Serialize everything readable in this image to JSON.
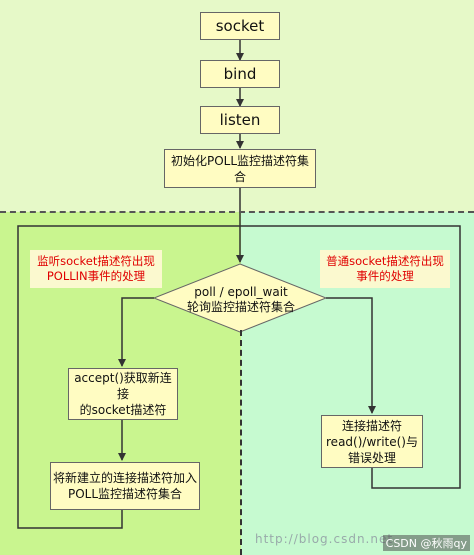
{
  "nodes": {
    "socket": "socket",
    "bind": "bind",
    "listen": "listen",
    "init": "初始化POLL监控描述符集合",
    "poll_line1": "poll / epoll_wait",
    "poll_line2": "轮询监控描述符集合",
    "accept_line1": "accept()获取新连接",
    "accept_line2": "的socket描述符",
    "add_line1": "将新建立的连接描述符加入",
    "add_line2": "POLL监控描述符集合",
    "rw_line1": "连接描述符",
    "rw_line2": "read()/write()与",
    "rw_line3": "错误处理"
  },
  "notes": {
    "listen_line1": "监听socket描述符出现",
    "listen_line2": "POLLIN事件的处理",
    "normal_line1": "普通socket描述符出现",
    "normal_line2": "事件的处理"
  },
  "watermark": "http://blog.csdn.net",
  "credit": "CSDN @秋雨qy",
  "colors": {
    "top_bg": "#e6f9c8",
    "left_bg": "#c9f58f",
    "right_bg": "#c6fad0",
    "box_fill": "#fffcc2",
    "note_text": "#e00000"
  }
}
